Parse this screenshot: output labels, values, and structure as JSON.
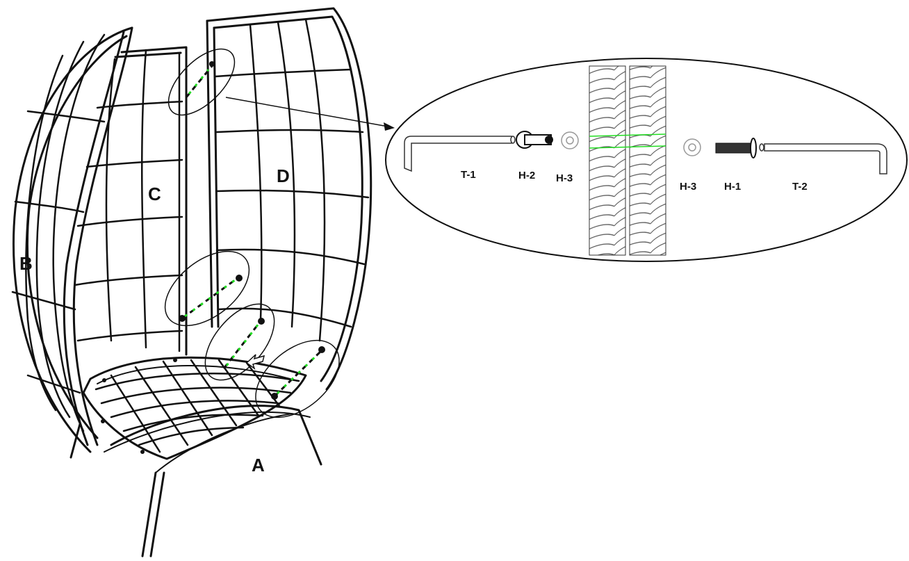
{
  "diagram": {
    "part_labels": {
      "a": "A",
      "b": "B",
      "c": "C",
      "d": "D"
    },
    "hardware_labels": {
      "t1": "T-1",
      "h2": "H-2",
      "h3_left": "H-3",
      "h3_right": "H-3",
      "h1": "H-1",
      "t2": "T-2"
    },
    "colors": {
      "line": "#111111",
      "highlight": "#22dd22",
      "background": "#ffffff"
    }
  }
}
